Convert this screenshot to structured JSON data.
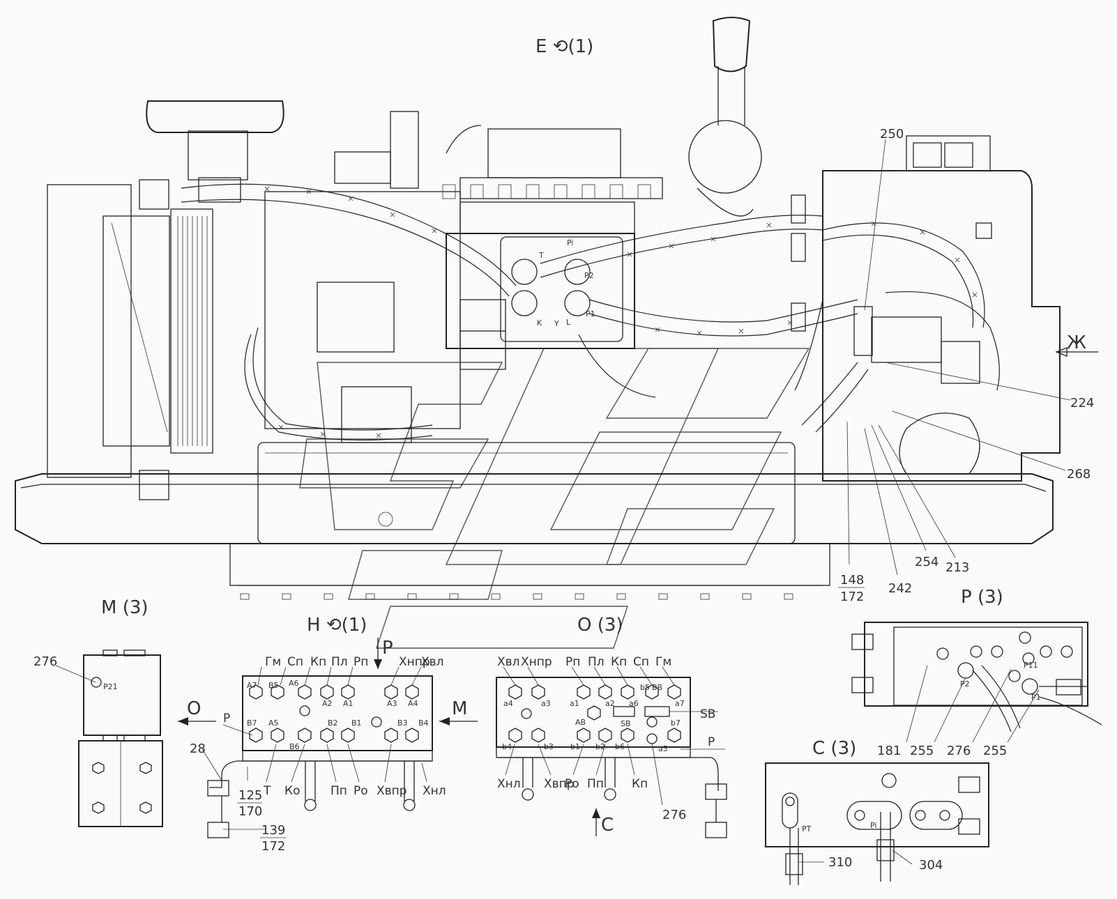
{
  "views": {
    "e": "Е ⟲(1)",
    "m": "М (3)",
    "n": "Н ⟲(1)",
    "o": "О (3)",
    "p": "Р (3)",
    "c": "С (3)"
  },
  "callouts": {
    "c250": "250",
    "c224": "224",
    "c268": "268",
    "c213": "213",
    "c254": "254",
    "c242": "242",
    "c148": "148",
    "c172": "172",
    "c276_m": "276",
    "c28": "28",
    "c125": "125",
    "c170": "170",
    "c139": "139",
    "c172b": "172",
    "c276_o": "276",
    "c181": "181",
    "c255a": "255",
    "c276_p": "276",
    "c255b": "255",
    "c310": "310",
    "c304": "304"
  },
  "arrows": {
    "zh": "Ж",
    "o": "О",
    "m": "М",
    "p_top": "Р",
    "c_bottom": "С"
  },
  "n_block": {
    "top_labels": [
      "Гм",
      "Сп",
      "Кп",
      "Пл",
      "Рп",
      "Хнпр",
      "Хвл"
    ],
    "ports_top": [
      "A7",
      "B5",
      "A6",
      "A2",
      "A1",
      "A3",
      "A4"
    ],
    "ports_bottom": [
      "B7",
      "A5",
      "B6",
      "B2",
      "B1",
      "B3",
      "B4"
    ],
    "side_p": "Р",
    "bottom_labels": [
      "Т",
      "Ко",
      "Пп",
      "Ро",
      "Хвпр",
      "Хнл"
    ]
  },
  "o_block": {
    "top_labels": [
      "Хвл",
      "Хнпр",
      "Рп",
      "Пл",
      "Кп",
      "Сп",
      "Гм"
    ],
    "ports_top": [
      "a4",
      "a3",
      "a1",
      "a2",
      "a6",
      "b5",
      "BB",
      "a7"
    ],
    "ports_bottom": [
      "b4",
      "b3",
      "AB",
      "b1",
      "b2",
      "SB",
      "b6",
      "a5",
      "b7"
    ],
    "side_sb": "SB",
    "side_p": "Р",
    "bottom_labels": [
      "Хнл",
      "Хвпр",
      "Ро",
      "Пп",
      "Кп"
    ]
  },
  "pump_ports": {
    "pi": "Pi",
    "p2": "P2",
    "p1": "P1",
    "t": "T",
    "k": "K",
    "y": "Y",
    "l": "L"
  },
  "p_ports": {
    "p11": "P11",
    "p2": "P2",
    "p1": "P1"
  },
  "m_port": "P21",
  "c_ports": {
    "pt": "PT",
    "pi": "Pi"
  }
}
